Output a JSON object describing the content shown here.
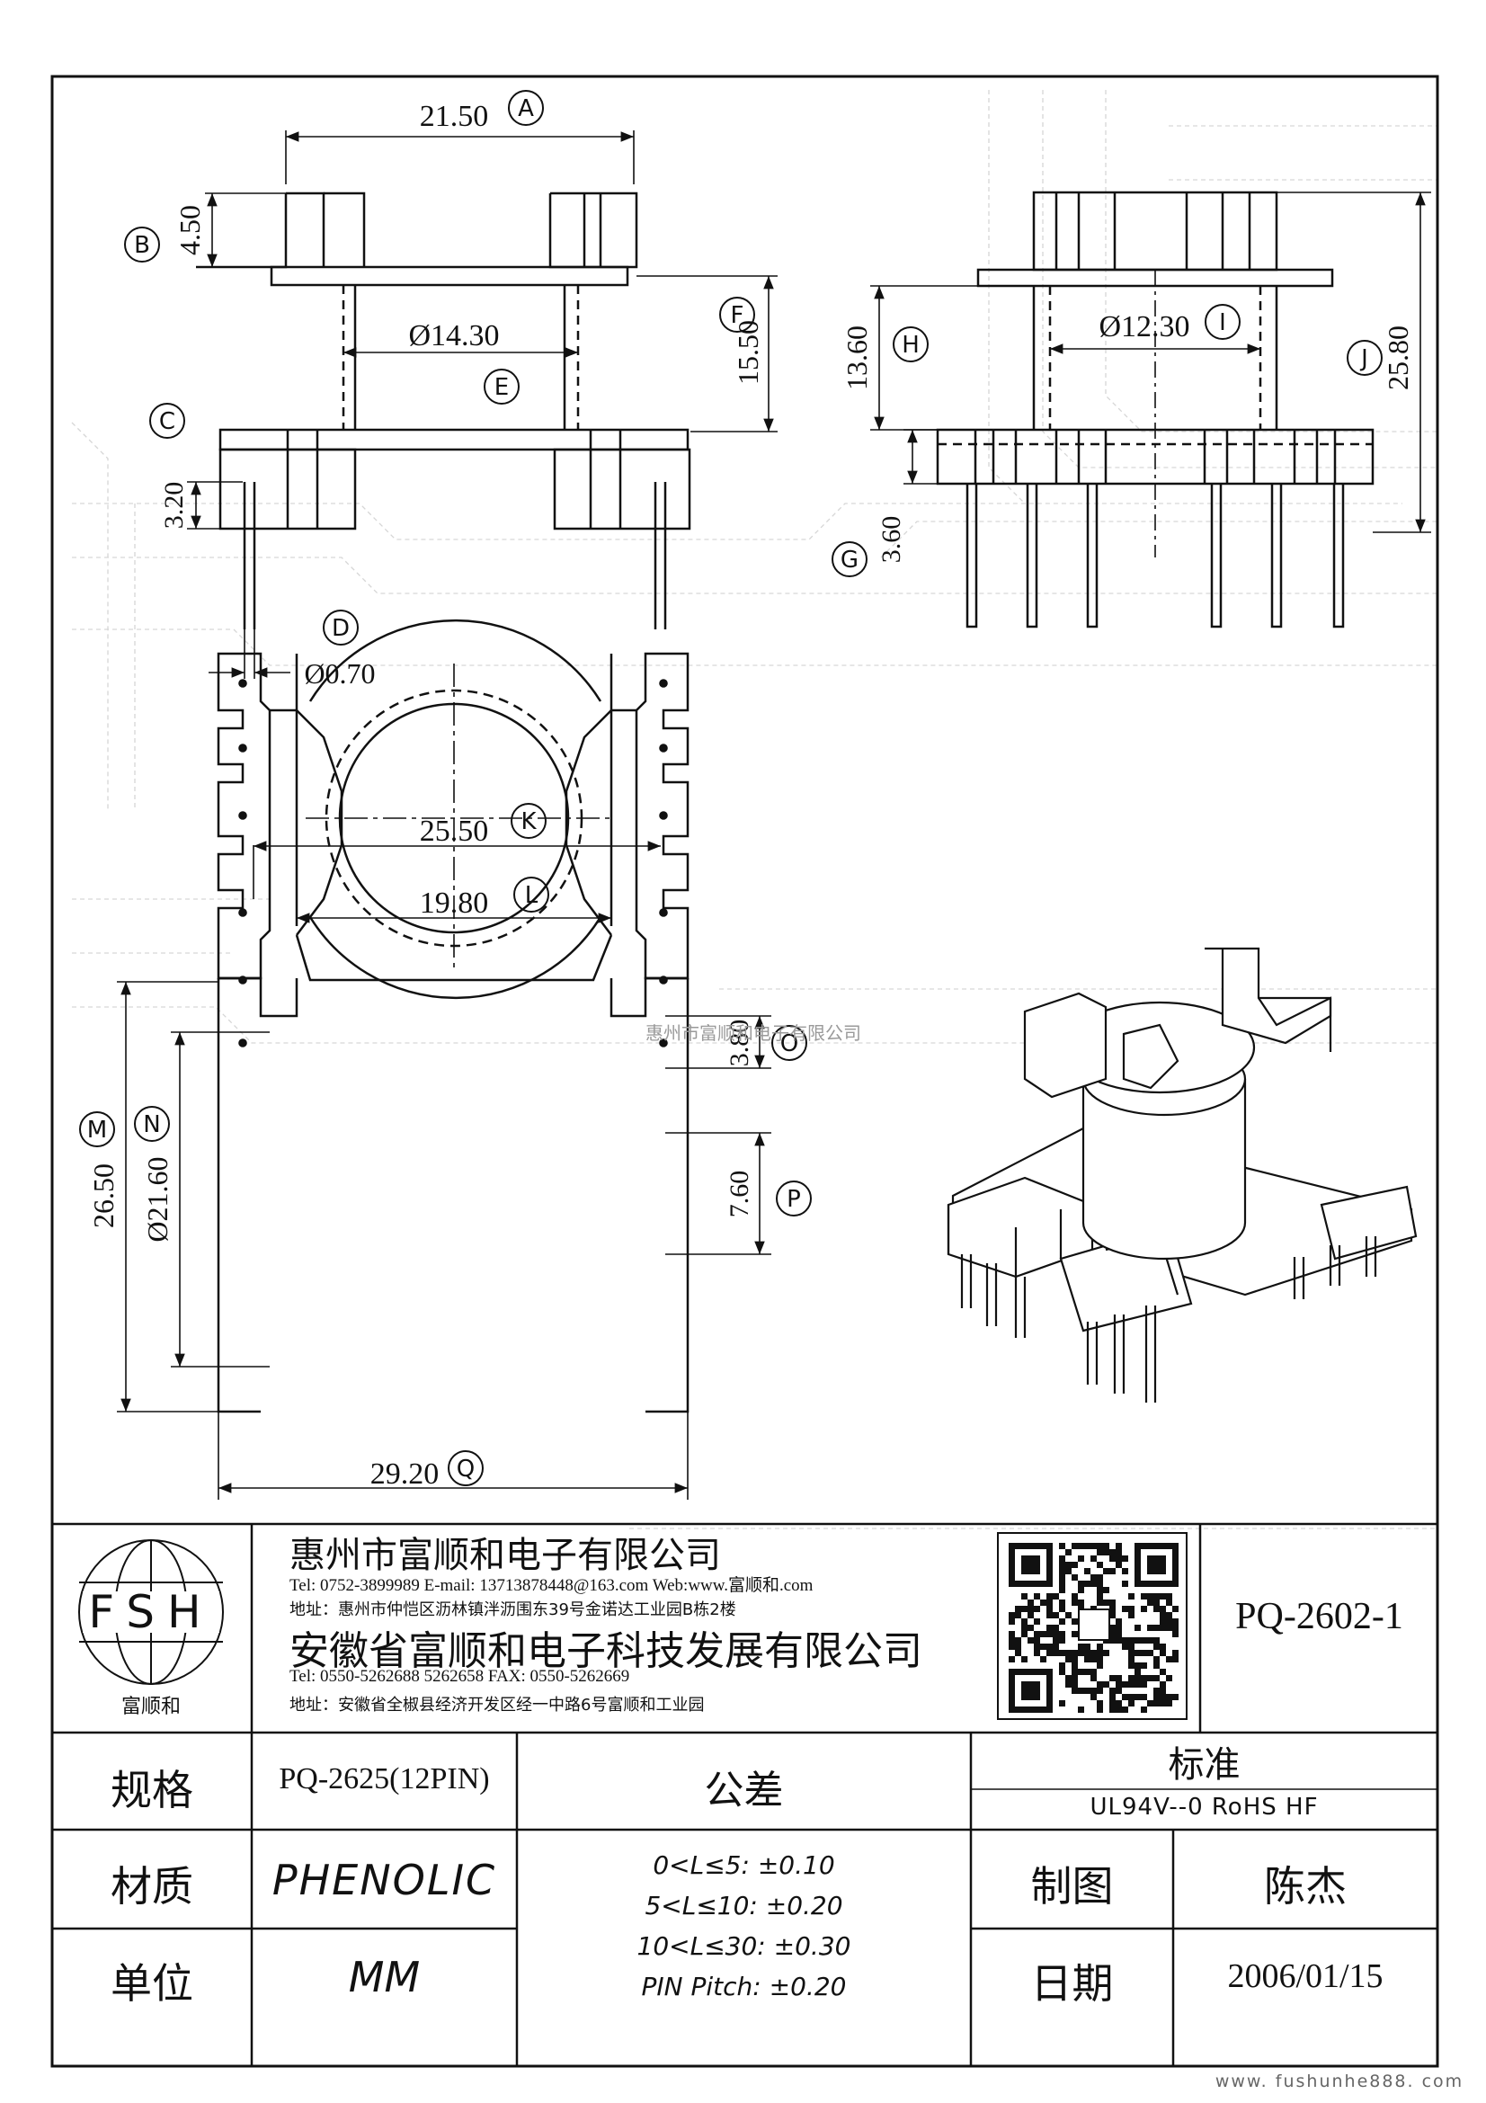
{
  "drawing_views": {
    "front": {
      "dim_a": "21.50",
      "dim_b": "4.50",
      "dim_e": "Ø14.30",
      "dim_f": "15.50",
      "dim_c": "3.20",
      "dim_d": "Ø0.70"
    },
    "side": {
      "dim_i": "Ø12.30",
      "dim_h": "13.60",
      "dim_j": "25.80",
      "dim_g": "3.60"
    },
    "top": {
      "dim_k": "25.50",
      "dim_l": "19.80",
      "dim_o": "3.80",
      "dim_m": "26.50",
      "dim_n": "Ø21.60",
      "dim_p": "7.60",
      "dim_q": "29.20"
    },
    "labels": [
      "A",
      "B",
      "C",
      "D",
      "E",
      "F",
      "G",
      "H",
      "I",
      "J",
      "K",
      "L",
      "M",
      "N",
      "O",
      "P",
      "Q"
    ],
    "watermark": "惠州市富顺和电子有限公司"
  },
  "title_block": {
    "logo_letters": "FSH",
    "logo_caption": "富顺和",
    "company1": "惠州市富顺和电子有限公司",
    "contact1": "Tel:   0752-3899989   E-mail: 13713878448@163.com  Web:www.富顺和.com",
    "address1": "地址：惠州市仲恺区沥林镇泮沥围东39号金诺达工业园B栋2楼",
    "company2": "安徽省富顺和电子科技发展有限公司",
    "contact2": "Tel:   0550-5262688  5262658       FAX: 0550-5262669",
    "address2": "地址：安徽省全椒县经济开发区经一中路6号富顺和工业园",
    "part_number": "PQ-2602-1",
    "spec_label": "规格",
    "spec_value": "PQ-2625(12PIN)",
    "material_label": "材质",
    "material_value": "PHENOLIC",
    "unit_label": "单位",
    "unit_value": "MM",
    "tolerance_label": "公差",
    "tolerances": [
      "0<L≤5: ±0.10",
      "5<L≤10: ±0.20",
      "10<L≤30: ±0.30",
      "PIN Pitch: ±0.20"
    ],
    "standard_label": "标准",
    "standard_value": "UL94V--0  RoHS HF",
    "drawn_label": "制图",
    "drawn_value": "陈杰",
    "date_label": "日期",
    "date_value": "2006/01/15"
  },
  "footer_url": "www. fushunhe888. com"
}
